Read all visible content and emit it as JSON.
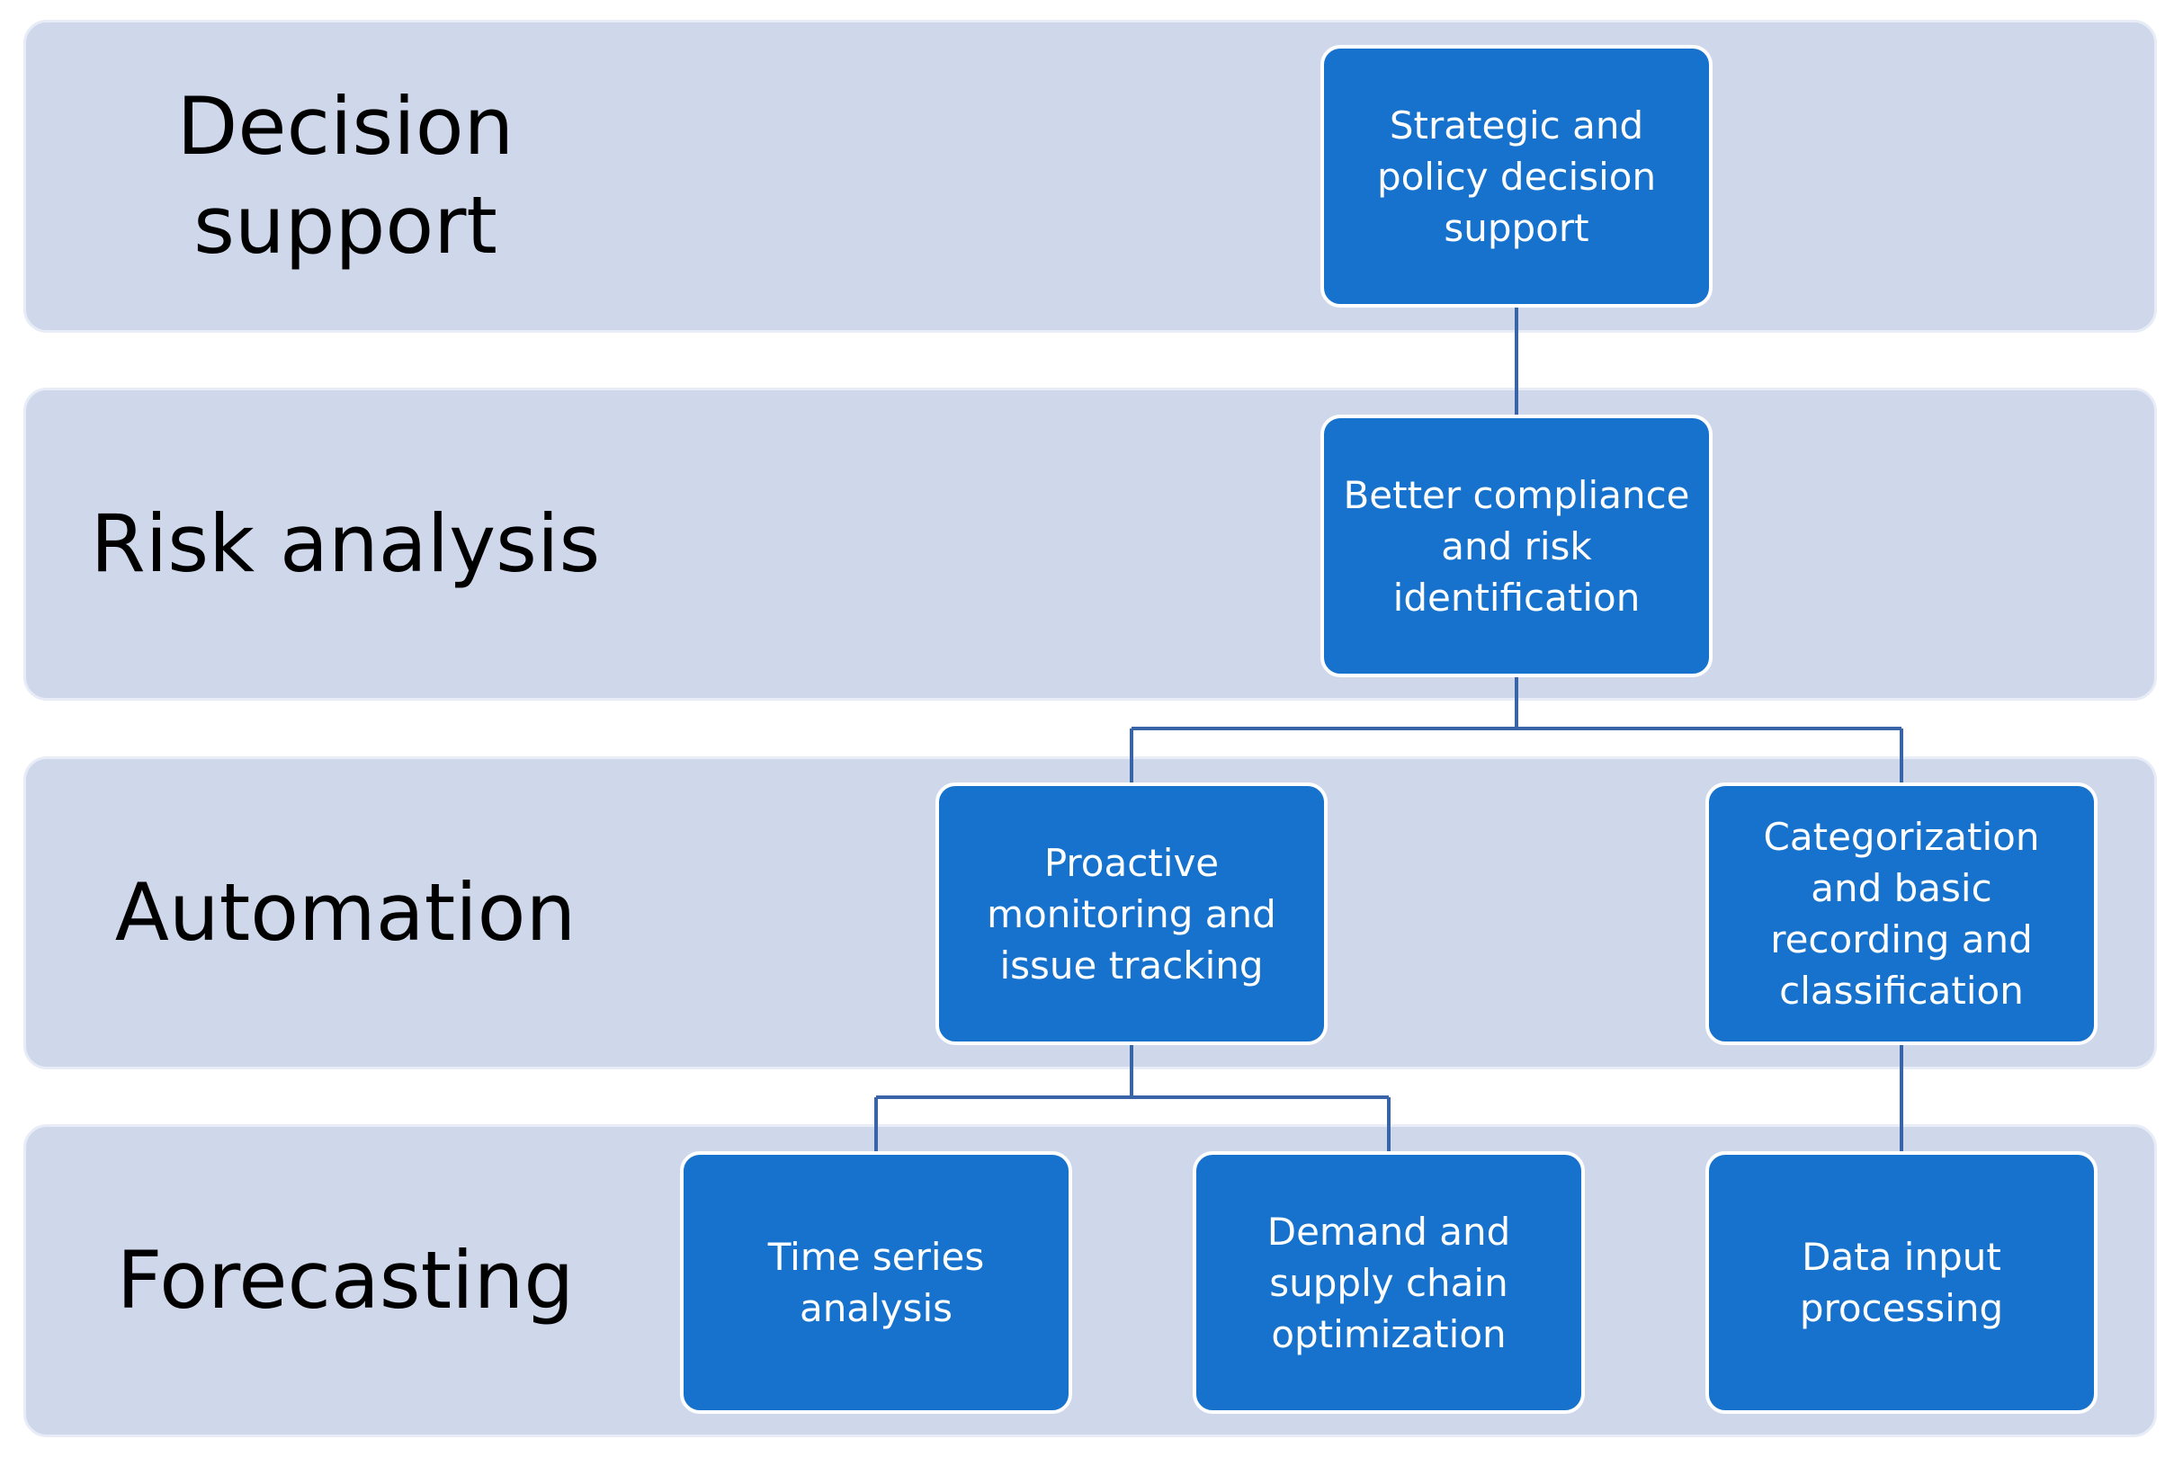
{
  "layers": [
    {
      "id": "decision",
      "label": "Decision\nsupport"
    },
    {
      "id": "risk",
      "label": "Risk analysis"
    },
    {
      "id": "automation",
      "label": "Automation"
    },
    {
      "id": "forecasting",
      "label": "Forecasting"
    }
  ],
  "nodes": {
    "strategic": "Strategic and\npolicy decision\nsupport",
    "compliance": "Better compliance\nand risk\nidentification",
    "proactive": "Proactive\nmonitoring and\nissue tracking",
    "categorization": "Categorization\nand basic\nrecording and\nclassification",
    "timeseries": "Time series\nanalysis",
    "demand": "Demand and\nsupply chain\noptimization",
    "datainput": "Data input\nprocessing"
  },
  "colors": {
    "band_fill": "#cfd7eb",
    "node_fill": "#1672cc",
    "connector": "#3a64a8",
    "node_text": "#ffffff",
    "label_text": "#000000"
  }
}
